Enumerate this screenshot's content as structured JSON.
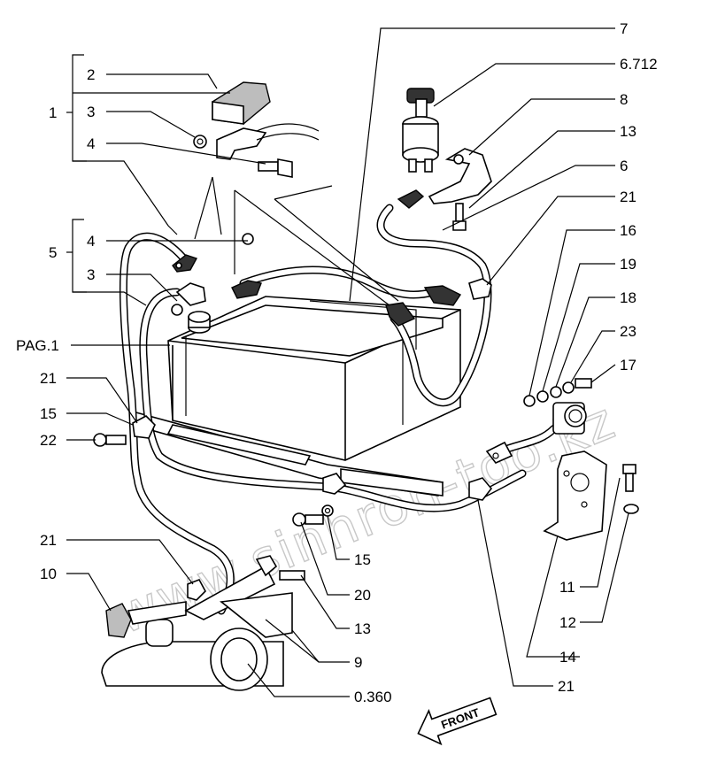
{
  "labels": {
    "l1": "1",
    "l2": "2",
    "l3a": "3",
    "l4a": "4",
    "l5": "5",
    "l4b": "4",
    "l3b": "3",
    "pag1": "PAG.1",
    "l21a": "21",
    "l15a": "15",
    "l22": "22",
    "l21b": "21",
    "l10": "10",
    "l7": "7",
    "l6712": "6.712",
    "l8": "8",
    "l13a": "13",
    "l6": "6",
    "l21c": "21",
    "l16": "16",
    "l19": "19",
    "l18": "18",
    "l23": "23",
    "l17": "17",
    "l15b": "15",
    "l20": "20",
    "l13b": "13",
    "l9": "9",
    "l0360": "0.360",
    "l11": "11",
    "l12": "12",
    "l14": "14",
    "l21d": "21"
  },
  "watermark": "www.sinhron-too.kz",
  "front_arrow": "FRONT"
}
